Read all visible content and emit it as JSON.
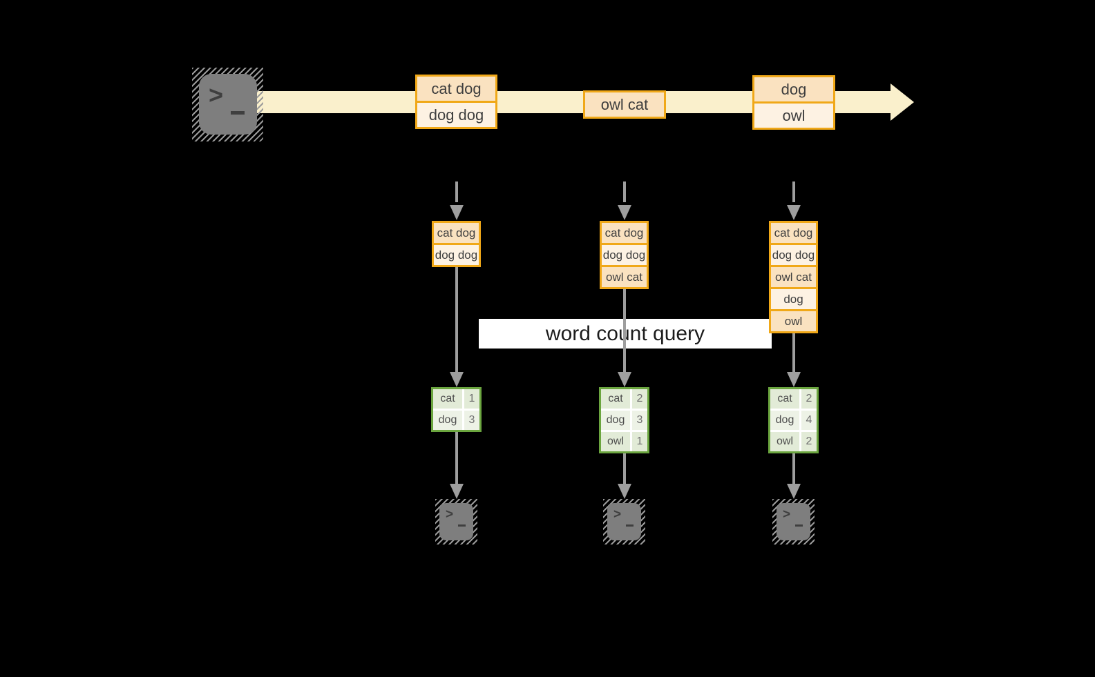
{
  "query": {
    "label": "word count query"
  },
  "stream": {
    "events": [
      {
        "rows": [
          "cat dog",
          "dog dog"
        ]
      },
      {
        "rows": [
          "owl cat"
        ]
      },
      {
        "rows": [
          "dog",
          "owl"
        ]
      }
    ]
  },
  "columns": [
    {
      "state_rows": [
        "cat dog",
        "dog dog"
      ],
      "count_rows": [
        {
          "word": "cat",
          "value": "1"
        },
        {
          "word": "dog",
          "value": "3"
        }
      ]
    },
    {
      "state_rows": [
        "cat dog",
        "dog dog",
        "owl cat"
      ],
      "count_rows": [
        {
          "word": "cat",
          "value": "2"
        },
        {
          "word": "dog",
          "value": "3"
        },
        {
          "word": "owl",
          "value": "1"
        }
      ]
    },
    {
      "state_rows": [
        "cat dog",
        "dog dog",
        "owl cat",
        "dog",
        "owl"
      ],
      "count_rows": [
        {
          "word": "cat",
          "value": "2"
        },
        {
          "word": "dog",
          "value": "4"
        },
        {
          "word": "owl",
          "value": "2"
        }
      ]
    }
  ],
  "icons": {
    "terminal_prompt_glyph": ">"
  },
  "colors": {
    "background": "#000000",
    "stream_band": "#FAF0CC",
    "orange_border": "#F0A818",
    "orange_fill_dark": "#FAE2C0",
    "orange_fill_light": "#FDF2E3",
    "green_border": "#6BA53F",
    "green_fill_dark": "#E2EBD7",
    "green_fill_light": "#EDF2E6",
    "arrow_gray": "#9E9E9E",
    "terminal_gray": "#7E7E7E",
    "query_box_bg": "#FFFFFF"
  }
}
